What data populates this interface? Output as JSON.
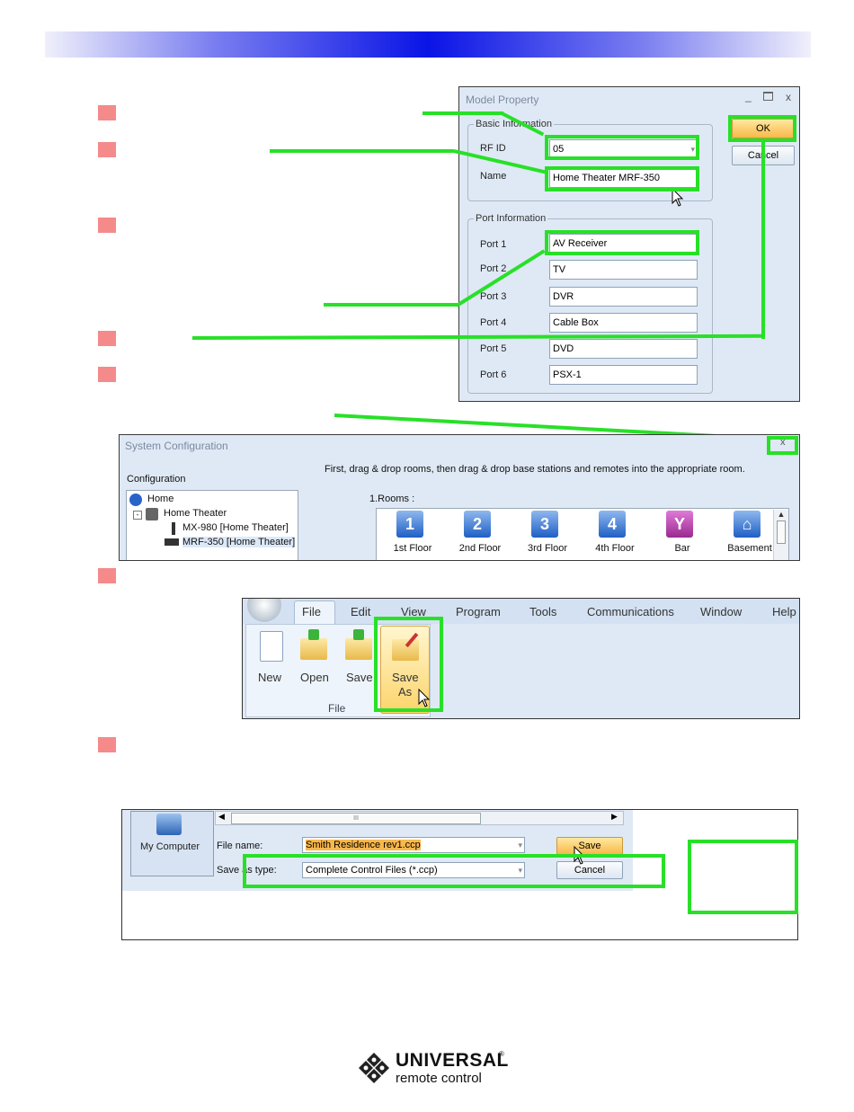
{
  "model_property": {
    "title": "Model Property",
    "basic_info_legend": "Basic Information",
    "rfid_label": "RF ID",
    "rfid_value": "05",
    "name_label": "Name",
    "name_value": "Home Theater MRF-350",
    "ok_label": "OK",
    "cancel_label": "Cancel",
    "port_info_legend": "Port Information",
    "ports": [
      {
        "label": "Port 1",
        "value": "AV Receiver"
      },
      {
        "label": "Port 2",
        "value": "TV"
      },
      {
        "label": "Port 3",
        "value": "DVR"
      },
      {
        "label": "Port 4",
        "value": "Cable Box"
      },
      {
        "label": "Port 5",
        "value": "DVD"
      },
      {
        "label": "Port 6",
        "value": "PSX-1"
      }
    ]
  },
  "system_config": {
    "title": "System Configuration",
    "close_glyph": "x",
    "config_label": "Configuration",
    "instruction": "First, drag & drop rooms, then drag & drop base stations and remotes into the appropriate room.",
    "tree": [
      "Home",
      "Home Theater",
      "MX-980 [Home Theater]",
      "MRF-350 [Home Theater]"
    ],
    "rooms_label": "1.Rooms :",
    "rooms": [
      {
        "label": "1st Floor",
        "glyph": "1"
      },
      {
        "label": "2nd Floor",
        "glyph": "2"
      },
      {
        "label": "3rd Floor",
        "glyph": "3"
      },
      {
        "label": "4th Floor",
        "glyph": "4"
      },
      {
        "label": "Bar",
        "glyph": "Y"
      },
      {
        "label": "Basement",
        "glyph": "⌂"
      }
    ]
  },
  "ribbon": {
    "tabs": [
      "File",
      "Edit",
      "View",
      "Program",
      "Tools",
      "Communications",
      "Window",
      "Help"
    ],
    "buttons": [
      "New",
      "Open",
      "Save"
    ],
    "save_as_line1": "Save",
    "save_as_line2": "As",
    "group_label": "File"
  },
  "save_dialog": {
    "my_computer": "My Computer",
    "file_name_label": "File name:",
    "file_name_value": "Smith Residence rev1.ccp",
    "save_type_label": "Save as type:",
    "save_type_value": "Complete Control Files (*.ccp)",
    "save_label": "Save",
    "cancel_label": "Cancel",
    "scroll_thumb": "III"
  },
  "footer": {
    "brand": "UNIVERSAL",
    "reg": "®",
    "sub": "remote control"
  },
  "colors": {
    "highlight": "#28e028",
    "bullet": "#f58a8a",
    "accent": "#0a14e6"
  }
}
